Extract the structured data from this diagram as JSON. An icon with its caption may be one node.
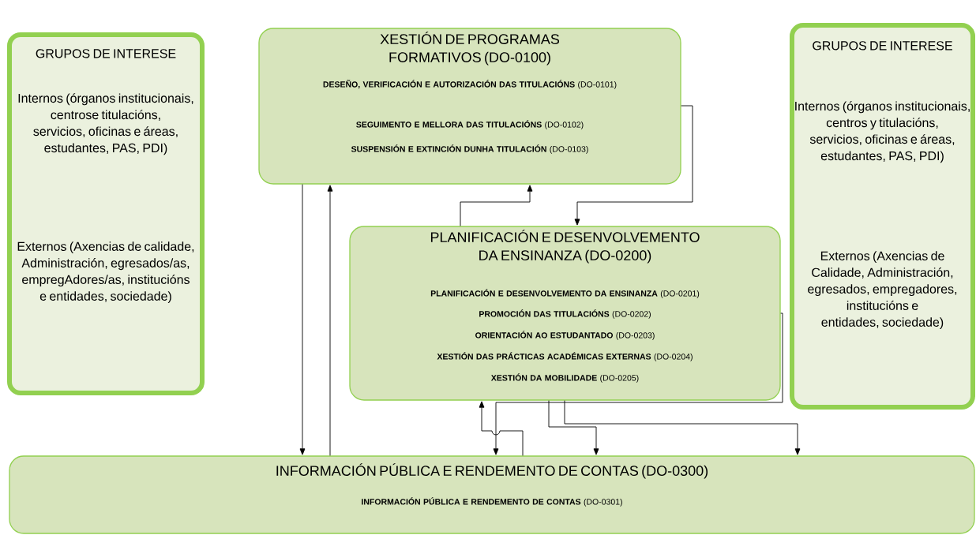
{
  "diagram": {
    "nodes": [
      {
        "text": [
          "GRUPOS DE INTERESE",
          "Internos (órganos institucionais, centrose titulacións, servicios, oficinas e áreas, estudantes, PAS, PDI)",
          "Externos (Axencias de calidade, Administración, egresados/as, empregAdores/as, institucións e entidades, sociedade)"
        ]
      },
      {
        "text": [
          "XESTIÓN DE PROGRAMAS FORMATIVOS (DO-0100)",
          "**DESEÑO, VERIFICACIÓN E AUTORIZACIÓN DAS TITULACIÓNS** (DO-0101)",
          "**SEGUIMENTO E MELLORA DAS TITULACIÓNS** (DO-0102)",
          "**SUSPENSIÓN E EXTINCIÓN DUNHA TITULACIÓN** (DO-0103)"
        ]
      },
      {
        "text": [
          "GRUPOS DE INTERESE",
          "Internos (órganos institucionais, centros y titulacións, servicios, oficinas e áreas, estudantes, PAS, PDI)",
          "Externos (Axencias de Calidade, Administración, egresados, empregadores, institucións e entidades, sociedade)"
        ]
      },
      {
        "text": [
          "PLANIFICACIÓN E DESENVOLVEMENTO DA ENSINANZA (DO-0200)",
          "**PLANIFICACIÓN E DESENVOLVEMENTO DA ENSINANZA** (DO-0201)",
          "**PROMOCIÓN DAS TITULACIÓNS** (DO-0202)",
          "**ORIENTACIÓN AO ESTUDANTADO** (DO-0203)",
          "**XESTIÓN DAS PRÁCTICAS ACADÉMICAS EXTERNAS** (DO-0204)",
          "**XESTIÓN DA MOBILIDADE** (DO-0205)"
        ]
      },
      {
        "text": [
          "INFORMACIÓN PÚBLICA E RENDEMENTO DE CONTAS (DO-0300)",
          "**INFORMACIÓN PÚBLICA E RENDEMENTO DE CONTAS** (DO-0301)"
        ]
      }
    ],
    "edges": [
      {
        "from": 1,
        "to": 4,
        "arrow": "to"
      },
      {
        "from": 4,
        "to": 1,
        "arrow": "to"
      },
      {
        "from": 1,
        "to": 3,
        "arrow": "to"
      },
      {
        "from": 3,
        "to": 1,
        "arrow": "to"
      },
      {
        "from": 3,
        "to": 4,
        "arrow": "to"
      },
      {
        "from": 3,
        "to": 4,
        "arrow": "to"
      },
      {
        "from": 3,
        "to": 4,
        "arrow": "to"
      },
      {
        "from": 4,
        "to": 3,
        "arrow": "to"
      }
    ]
  }
}
